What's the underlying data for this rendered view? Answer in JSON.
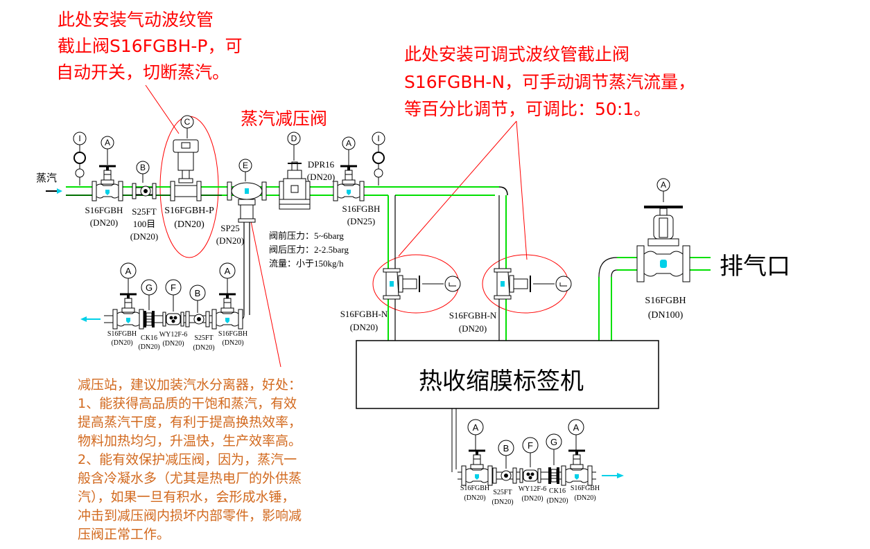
{
  "colors": {
    "pipe_green": "#00e000",
    "pipe_black": "#000000",
    "annotation_red": "#ff0000",
    "note_orange": "#d2691e",
    "flow_cyan": "#00d0e8"
  },
  "notes": {
    "top_left": [
      "此处安装气动波纹管",
      "截止阀S16FGBH-P，可",
      "自动开关，切断蒸汽。"
    ],
    "top_right": [
      "此处安装可调式波纹管截止阀",
      "S16FGBH-N，可手动调节蒸汽流量，",
      "等百分比调节，可调比：50:1。"
    ],
    "prv_title": "蒸汽减压阀",
    "bottom_left": [
      "减压站，建议加装汽水分离器，好处：",
      "1、能获得高品质的干饱和蒸汽，有效",
      "提高蒸汽干度，有利于提高换热效率，",
      "物料加热均匀，升温快，生产效率高。",
      "2、能有效保护减压阀，因为，蒸汽一",
      "般含冷凝水多（尤其是热电厂的外供蒸",
      "汽），如果一旦有积水，会形成水锤，",
      "冲击到减压阀内损坏内部零件，影响减",
      "压阀正常工作。"
    ],
    "pressure": [
      "阀前压力：5~6barg",
      "阀后压力：2-2.5barg",
      "流量：小于150kg/h"
    ]
  },
  "labels": {
    "steam_inlet": "蒸汽",
    "exhaust": "排气口",
    "machine": "热收缩膜标签机"
  },
  "callouts": {
    "I": "I",
    "A": "A",
    "B": "B",
    "C": "C",
    "D": "D",
    "E": "E",
    "F": "F",
    "G": "G"
  },
  "components": {
    "main_line": [
      {
        "model": "S16FGBH",
        "size": "(DN20)"
      },
      {
        "model": "S25FT",
        "mesh": "100目",
        "size": "(DN20)"
      },
      {
        "model": "S16FGBH-P",
        "size": "(DN20)"
      },
      {
        "model": "SP25",
        "size": "(DN20)"
      },
      {
        "model": "DPR16",
        "size": "(DN20)"
      },
      {
        "model": "S16FGBH",
        "size": "(DN25)"
      }
    ],
    "drain_line_left": [
      {
        "model": "S16FGBH",
        "size": "(DN20)"
      },
      {
        "model": "CK16",
        "size": "(DN20)"
      },
      {
        "model": "WY12F-6",
        "size": "(DN20)"
      },
      {
        "model": "S25FT",
        "size": "(DN20)"
      },
      {
        "model": "S16FGBH",
        "size": "(DN20)"
      }
    ],
    "branch_valves": [
      {
        "model": "S16FGBH-N",
        "size": "(DN20)"
      },
      {
        "model": "S16FGBH-N",
        "size": "(DN20)"
      }
    ],
    "exhaust_valve": {
      "model": "S16FGBH",
      "size": "(DN100)"
    },
    "drain_line_bottom": [
      {
        "model": "S16FGBH",
        "size": "(DN20)"
      },
      {
        "model": "S25FT",
        "size": "(DN20)"
      },
      {
        "model": "WY12F-6",
        "size": "(DN20)"
      },
      {
        "model": "CK16",
        "size": "(DN20)"
      },
      {
        "model": "S16FGBH",
        "size": "(DN20)"
      }
    ]
  }
}
